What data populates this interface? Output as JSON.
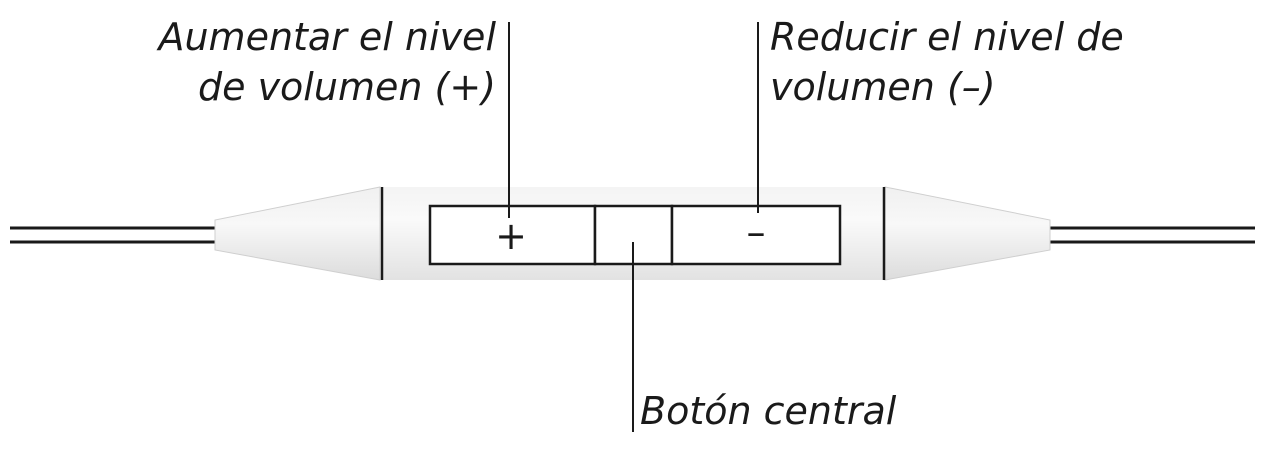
{
  "labels": {
    "volume_up": [
      "Aumentar el nivel",
      "de volumen (+)"
    ],
    "volume_down": [
      "Reducir el nivel de",
      "volumen (–)"
    ],
    "center_button": "Botón central"
  },
  "buttons": {
    "plus_symbol": "+",
    "minus_symbol": "–"
  },
  "colors": {
    "line": "#1a1a1a",
    "body_fill": "#eaeaea",
    "body_highlight": "#f7f7f7"
  }
}
